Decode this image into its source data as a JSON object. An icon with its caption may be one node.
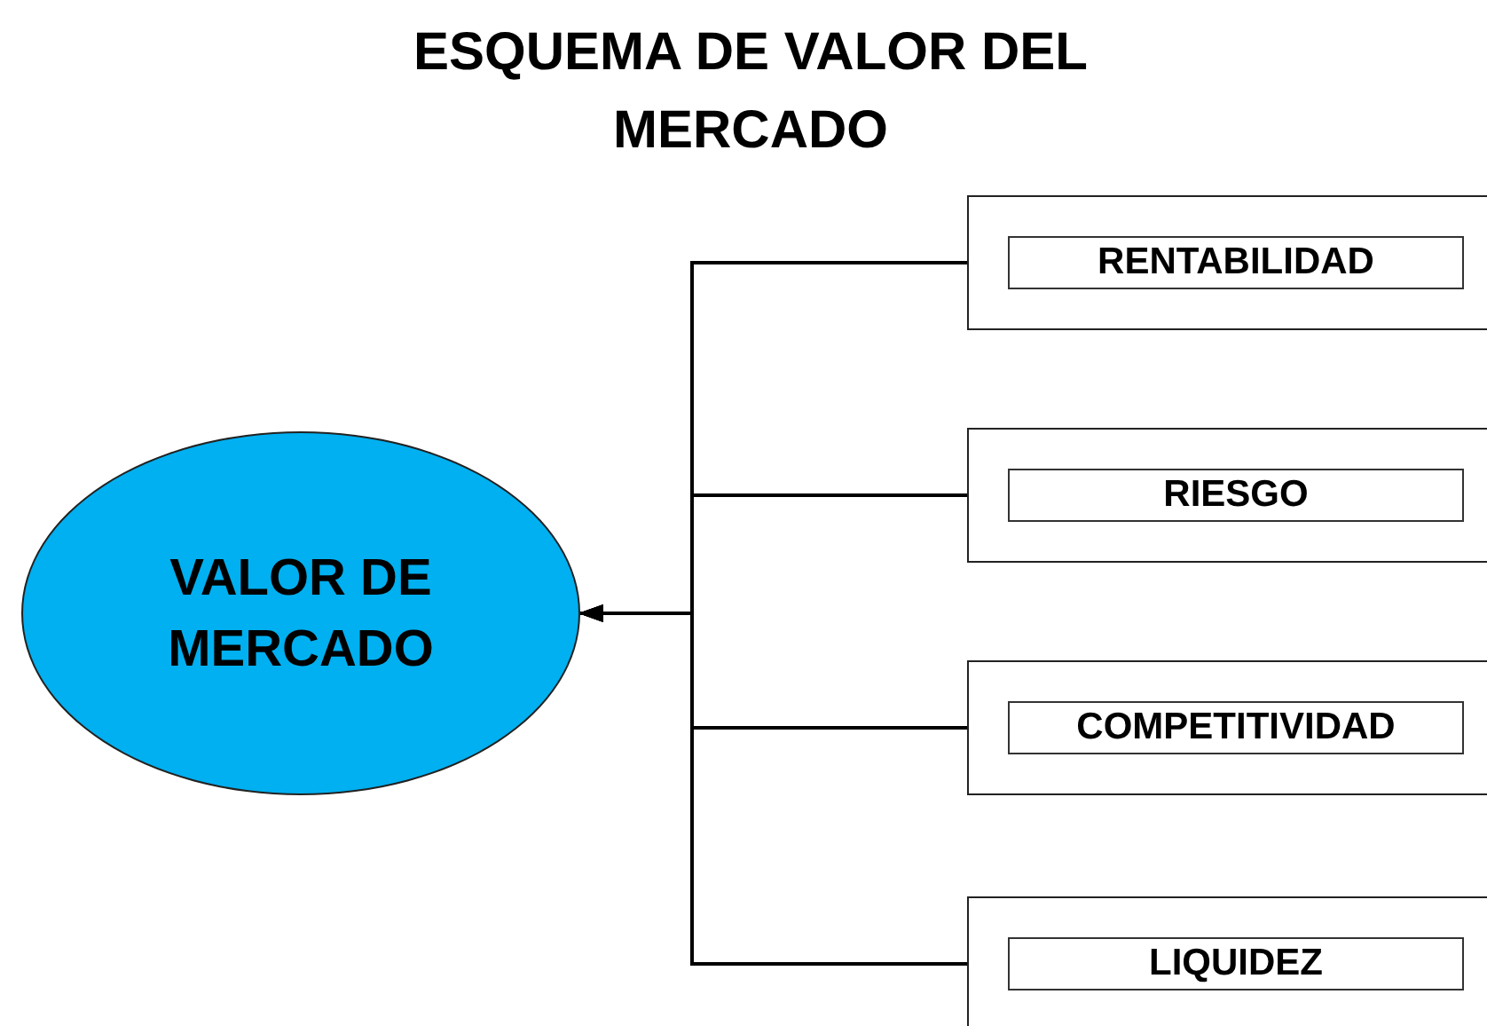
{
  "diagram": {
    "title": "ESQUEMA DE VALOR DEL MERCADO",
    "nodes": [
      {
        "text": [
          "VALOR DE MERCADO"
        ]
      },
      {
        "text": [],
        "shape": "box"
      },
      {
        "text": [
          "RENTABILIDAD"
        ],
        "in": 1
      },
      {
        "text": [],
        "shape": "box"
      },
      {
        "text": [
          "RIESGO"
        ],
        "in": 3
      },
      {
        "text": [],
        "shape": "box"
      },
      {
        "text": [
          "COMPETITIVIDAD"
        ],
        "in": 5
      },
      {
        "text": [],
        "shape": "box"
      },
      {
        "text": [
          "LIQUIDEZ"
        ],
        "in": 7
      }
    ],
    "edges": [
      {
        "from": 1,
        "to": 0,
        "arrow": "to"
      },
      {
        "from": 3,
        "to": 0,
        "arrow": "to"
      },
      {
        "from": 5,
        "to": 0,
        "arrow": "to"
      },
      {
        "from": 7,
        "to": 0,
        "arrow": "to"
      }
    ]
  }
}
